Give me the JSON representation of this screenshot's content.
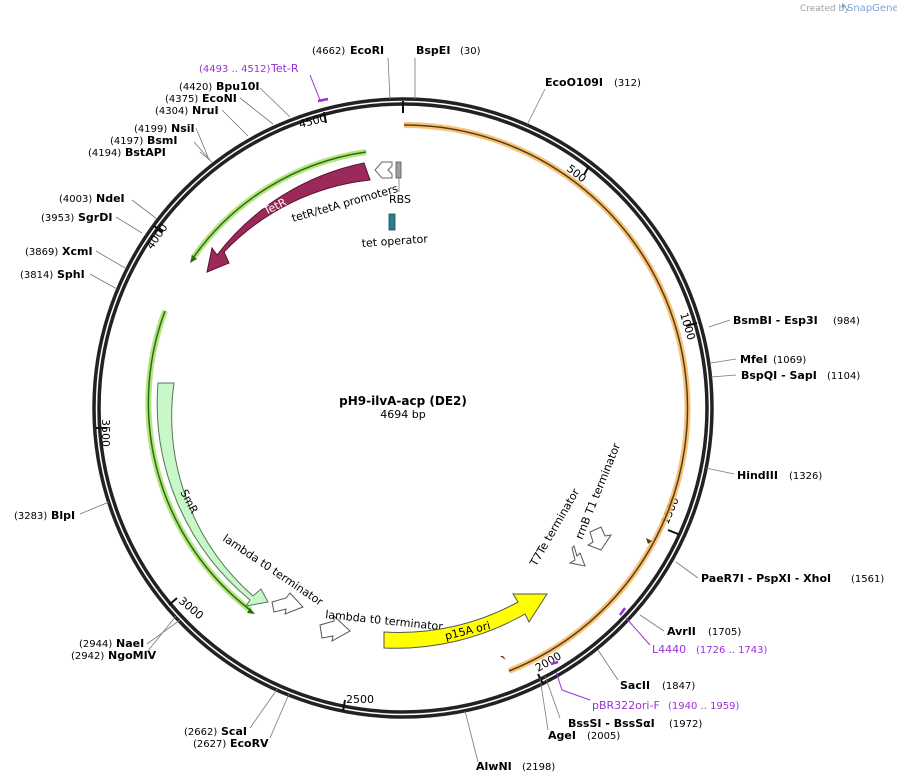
{
  "branding": {
    "created_by": "Created by",
    "product": "SnapGene"
  },
  "plasmid": {
    "name": "pH9-ilvA-acp (DE2)",
    "size_label": "4694 bp"
  },
  "ticks": [
    "500",
    "1000",
    "1500",
    "2000",
    "2500",
    "3000",
    "3500",
    "4000",
    "4500"
  ],
  "enzymes": [
    {
      "name": "EcoRI",
      "pos": "(4662)"
    },
    {
      "name": "BspEI",
      "pos": "(30)"
    },
    {
      "name": "EcoO109I",
      "pos": "(312)"
    },
    {
      "name": "BsmBI   - Esp3I",
      "pos": "(984)"
    },
    {
      "name": "MfeI",
      "pos": "(1069)"
    },
    {
      "name": "BspQI   - SapI",
      "pos": "(1104)"
    },
    {
      "name": "HindIII",
      "pos": "(1326)"
    },
    {
      "name": "PaeR7I   - PspXI   - XhoI",
      "pos": "(1561)"
    },
    {
      "name": "AvrII",
      "pos": "(1705)"
    },
    {
      "name": "SacII",
      "pos": "(1847)"
    },
    {
      "name": "BssSI   - BssSαI",
      "pos": "(1972)"
    },
    {
      "name": "AgeI",
      "pos": "(2005)"
    },
    {
      "name": "AlwNI",
      "pos": "(2198)"
    },
    {
      "name": "ScaI",
      "pos": "(2662)"
    },
    {
      "name": "EcoRV",
      "pos": "(2627)"
    },
    {
      "name": "NaeI",
      "pos": "(2944)"
    },
    {
      "name": "NgoMIV",
      "pos": "(2942)"
    },
    {
      "name": "BlpI",
      "pos": "(3283)"
    },
    {
      "name": "SphI",
      "pos": "(3814)"
    },
    {
      "name": "XcmI",
      "pos": "(3869)"
    },
    {
      "name": "SgrDI",
      "pos": "(3953)"
    },
    {
      "name": "NdeI",
      "pos": "(4003)"
    },
    {
      "name": "BstAPI",
      "pos": "(4194)"
    },
    {
      "name": "BsmI",
      "pos": "(4197)"
    },
    {
      "name": "NsiI",
      "pos": "(4199)"
    },
    {
      "name": "NruI",
      "pos": "(4304)"
    },
    {
      "name": "EcoNI",
      "pos": "(4375)"
    },
    {
      "name": "Bpu10I",
      "pos": "(4420)"
    }
  ],
  "primers": [
    {
      "name": "Tet-R",
      "pos": "(4493 .. 4512)"
    },
    {
      "name": "L4440",
      "pos": "(1726 .. 1743)"
    },
    {
      "name": "pBR322ori-F",
      "pos": "(1940 .. 1959)"
    }
  ],
  "features": {
    "tetr": "TetR",
    "tet_promoters": "tetR/tetA promoters",
    "rbs": "RBS",
    "tet_operator": "tet operator",
    "smr": "SmR",
    "lambda1": "lambda t0 terminator",
    "lambda2": "lambda t0 terminator",
    "p15a": "p15A ori",
    "t7te": "T7Te terminator",
    "rrnb": "rrnB T1 terminator"
  },
  "colors": {
    "backbone": "#222222",
    "orange_arc": "#f3b863",
    "green_arc": "#a6e06a",
    "tetr": "#9b2a5a",
    "smr": "#c8f7c8",
    "p15a": "#ffff00",
    "rbs": "#9aa0a6",
    "operator": "#2a7f8f",
    "primer": "#9b30d9"
  }
}
